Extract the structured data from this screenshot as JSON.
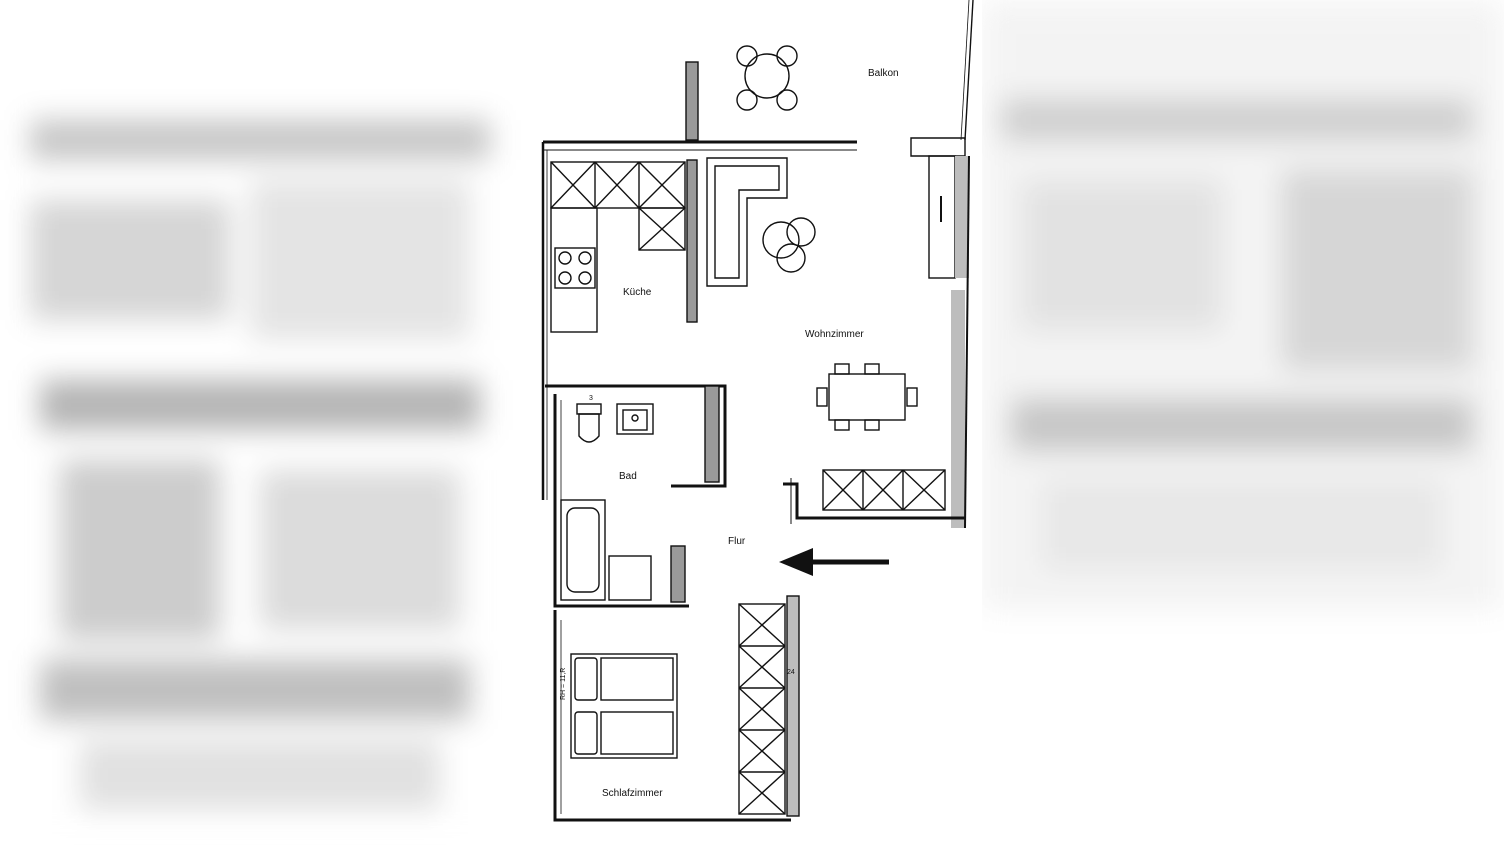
{
  "plan": {
    "rooms": {
      "balkon": "Balkon",
      "kueche": "Küche",
      "wohnzimmer": "Wohnzimmer",
      "bad": "Bad",
      "flur": "Flur",
      "schlafzimmer": "Schlafzimmer"
    },
    "notes": {
      "vertical_note": "RH = 11,R",
      "wall_tag": "24",
      "bath_tag": "3"
    },
    "entrance_arrow": "arrow-left-icon"
  },
  "colors": {
    "line": "#111111",
    "wall_fill": "#9a9a9a",
    "background": "#ffffff"
  }
}
